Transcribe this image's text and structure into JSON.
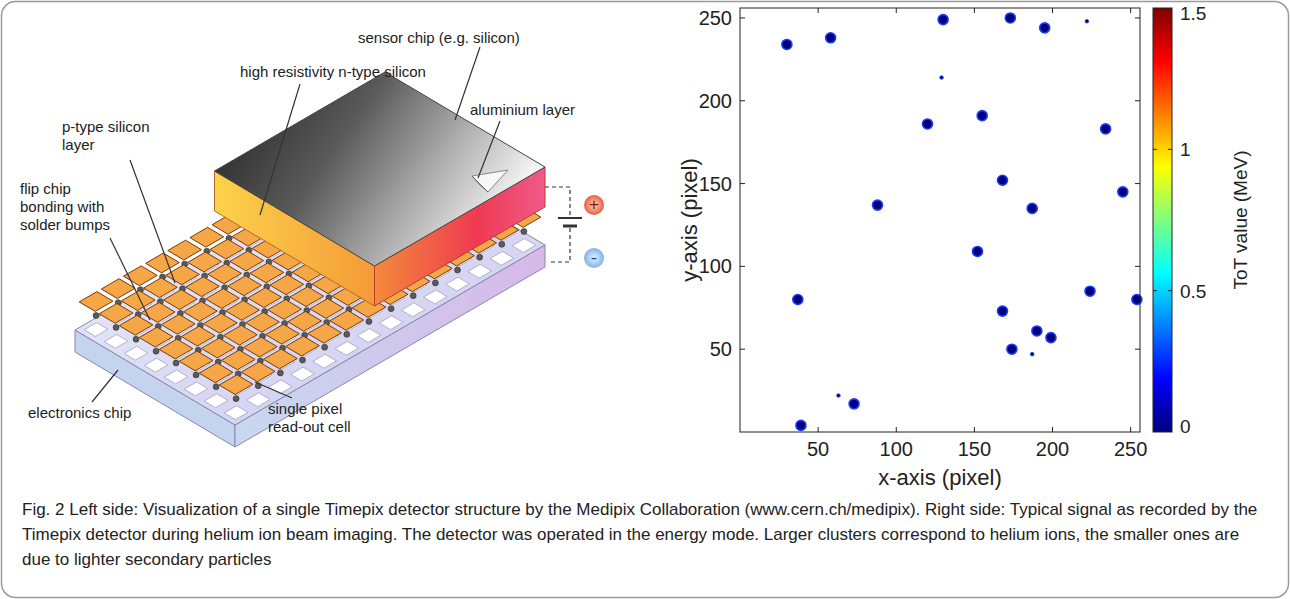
{
  "diagram": {
    "caption": "Fig. 2 Left side: Visualization of a single Timepix detector structure by the Medipix Collaboration (www.cern.ch/medipix). Right side: Typical signal as recorded by the Timepix detector during helium ion beam imaging. The detector was operated in the energy mode. Larger clusters correspond to helium ions, the smaller ones are due to lighter secondary particles",
    "labels": [
      "sensor chip (e.g. silicon)",
      "high resistivity n-type silicon",
      "aluminium layer",
      "p-type silicon layer",
      "flip chip bonding with solder bumps",
      "electronics chip",
      "single pixel read-out cell",
      "+",
      "-",
      "250",
      "200",
      "150",
      "100",
      "50",
      "50",
      "100",
      "150",
      "200",
      "250",
      "y-axis (pixel)",
      "x-axis (pixel)",
      "1.5",
      "1",
      "0.5",
      "0",
      "ToT value (MeV)"
    ]
  }
}
